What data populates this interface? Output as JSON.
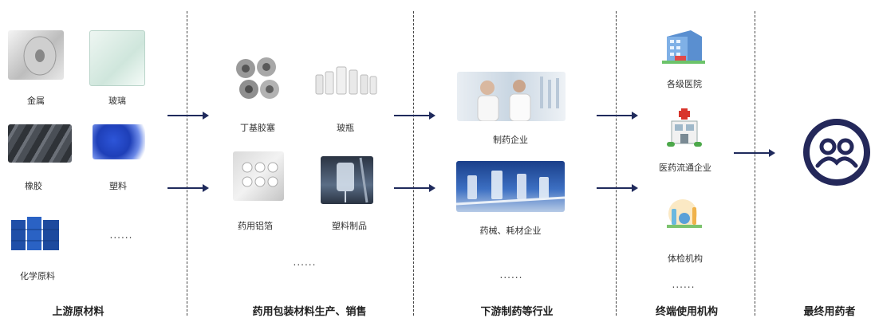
{
  "stages": [
    {
      "title": "上游原材料"
    },
    {
      "title": "药用包装材料生产、销售"
    },
    {
      "title": "下游制药等行业"
    },
    {
      "title": "终端使用机构"
    },
    {
      "title": "最终用药者"
    }
  ],
  "upstream": {
    "items": [
      "金属",
      "玻璃",
      "橡胶",
      "塑料",
      "化学原料"
    ],
    "more": "......"
  },
  "packaging": {
    "items": [
      "丁基胶塞",
      "玻瓶",
      "药用铝箔",
      "塑料制品"
    ],
    "more": "......"
  },
  "downstream": {
    "items": [
      "制药企业",
      "药械、耗材企业"
    ],
    "more": "......"
  },
  "terminal": {
    "items": [
      "各级医院",
      "医药流通企业",
      "体检机构"
    ],
    "more": "......"
  },
  "colors": {
    "arrow": "#1f2a5c",
    "user_icon": "#24285a"
  }
}
